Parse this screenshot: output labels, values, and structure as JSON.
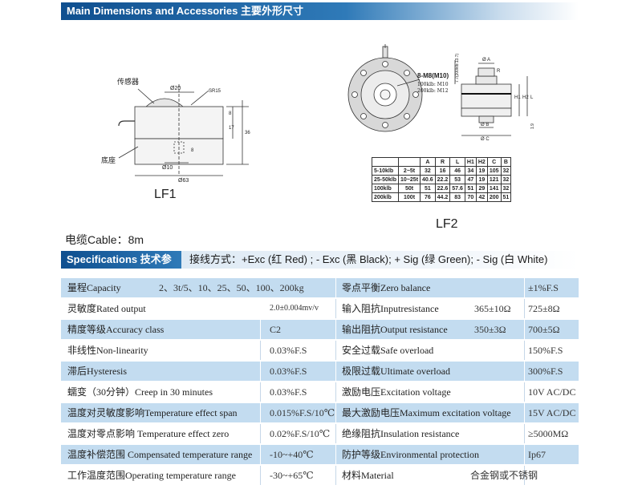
{
  "section_dimensions": {
    "title": "Main Dimensions and Accessories 主要外形尺寸"
  },
  "drawing_lf1": {
    "sensor_label": "传感器",
    "base_label": "底座",
    "name": "LF1",
    "dim_top": "Ø20",
    "dim_sr": "SR15",
    "dim_8": "8",
    "dim_17": "17",
    "dim_36": "36",
    "dim_8b": "8",
    "dim_phi10": "Ø10",
    "dim_phi63": "Ø63"
  },
  "drawing_lf2": {
    "name": "LF2",
    "bolt_label": "8-M8(M10)",
    "bolt_note_1": "100klb: M10",
    "bolt_note_2": "200klb: M12",
    "dim_vertical": "7.7(200klb:13.7)",
    "dim_phiA": "Ø A",
    "dim_R": "R",
    "dim_H1": "H1",
    "dim_H2": "H2",
    "dim_L": "L",
    "dim_phiB": "Ø B",
    "dim_phiC": "Ø C",
    "dim_1": "1.9"
  },
  "dim_table": {
    "headers": [
      "",
      "",
      "A",
      "R",
      "L",
      "H1",
      "H2",
      "C",
      "B"
    ],
    "rows": [
      [
        "5-10klb",
        "2~5t",
        "32",
        "16",
        "46",
        "34",
        "19",
        "105",
        "32"
      ],
      [
        "25-50klb",
        "10~25t",
        "40.6",
        "22.2",
        "53",
        "47",
        "19",
        "121",
        "32"
      ],
      [
        "100klb",
        "50t",
        "51",
        "22.6",
        "57.6",
        "51",
        "29",
        "141",
        "32"
      ],
      [
        "200klb",
        "100t",
        "76",
        "44.2",
        "83",
        "70",
        "42",
        "200",
        "51"
      ]
    ]
  },
  "cable": "电缆Cable：8m",
  "section_specs": {
    "title": "Specifications 技术参数",
    "wiring": "接线方式：+Exc (红 Red) ; - Exc (黑 Black); + Sig (绿 Green); - Sig (白 White)"
  },
  "specs": [
    {
      "l_label": "量程Capacity",
      "l_value": "2、3t/5、10、25、50、100、200kg",
      "r_label": "零点平衡Zero balance",
      "r_value": "±1%F.S"
    },
    {
      "l_label": "灵敏度Rated output",
      "l_value": "2.0±0.004mv/v",
      "r_label": "输入阻抗Inputresistance",
      "r_value1": "365±10Ω",
      "r_value": "725±8Ω"
    },
    {
      "l_label": "精度等级Accuracy class",
      "l_value": "C2",
      "r_label": "输出阻抗Output resistance",
      "r_value1": "350±3Ω",
      "r_value": "700±5Ω"
    },
    {
      "l_label": "非线性Non-linearity",
      "l_value": "0.03%F.S",
      "r_label": "安全过载Safe overload",
      "r_value": "150%F.S"
    },
    {
      "l_label": "滞后Hysteresis",
      "l_value": "0.03%F.S",
      "r_label": "极限过载Ultimate overload",
      "r_value": "300%F.S"
    },
    {
      "l_label": "蠕变（30分钟）Creep in 30 minutes",
      "l_value": "0.03%F.S",
      "r_label": "激励电压Excitation voltage",
      "r_value": "10V AC/DC"
    },
    {
      "l_label": "温度对灵敏度影响Temperature effect span",
      "l_value": "0.015%F.S/10℃",
      "r_label": "最大激励电压Maximum excitation voltage",
      "r_value": "15V AC/DC"
    },
    {
      "l_label": "温度对零点影响 Temperature effect zero",
      "l_value": "0.02%F.S/10℃",
      "r_label": "绝缘阻抗Insulation resistance",
      "r_value": "≥5000MΩ"
    },
    {
      "l_label": "温度补偿范围 Compensated temperature range",
      "l_value": "-10~+40℃",
      "r_label": "防护等级Environmental protection",
      "r_value": "Ip67"
    },
    {
      "l_label": "工作温度范围Operating temperature range",
      "l_value": "-30~+65℃",
      "r_label": "材料Material",
      "r_value": "合金钢或不锈钢"
    }
  ]
}
